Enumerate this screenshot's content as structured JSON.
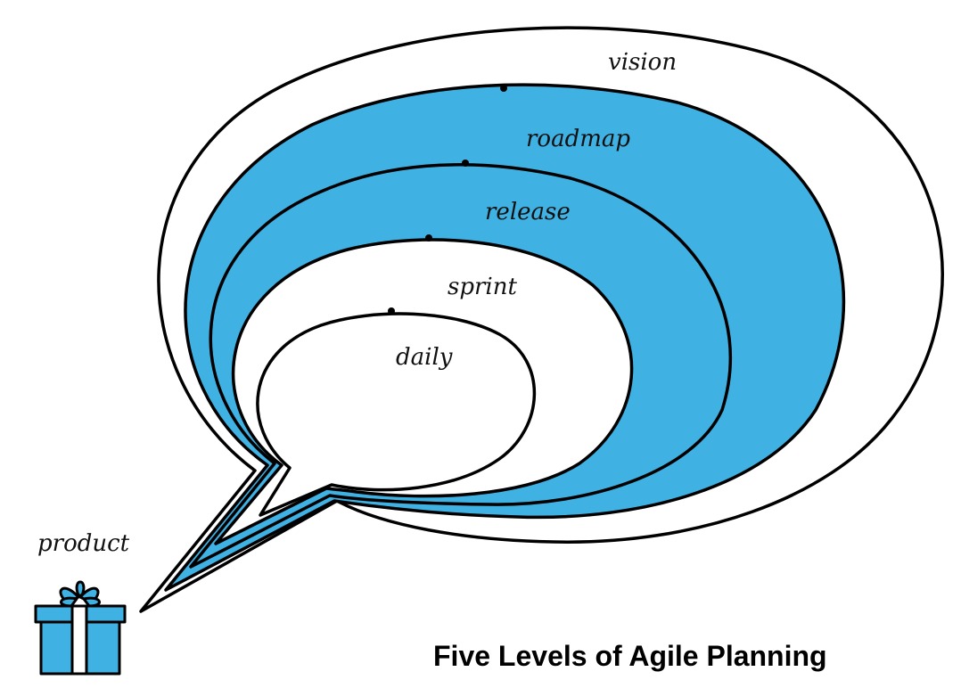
{
  "title": "Five Levels of Agile Planning",
  "product_label": "product",
  "levels": [
    {
      "name": "vision",
      "filled": false
    },
    {
      "name": "roadmap",
      "filled": true
    },
    {
      "name": "release",
      "filled": false
    },
    {
      "name": "sprint",
      "filled": false
    },
    {
      "name": "daily",
      "filled": false
    }
  ],
  "colors": {
    "accent_blue": "#3fb1e3",
    "outline": "#000000",
    "background": "#ffffff"
  },
  "icons": {
    "product": "gift-box-icon"
  }
}
